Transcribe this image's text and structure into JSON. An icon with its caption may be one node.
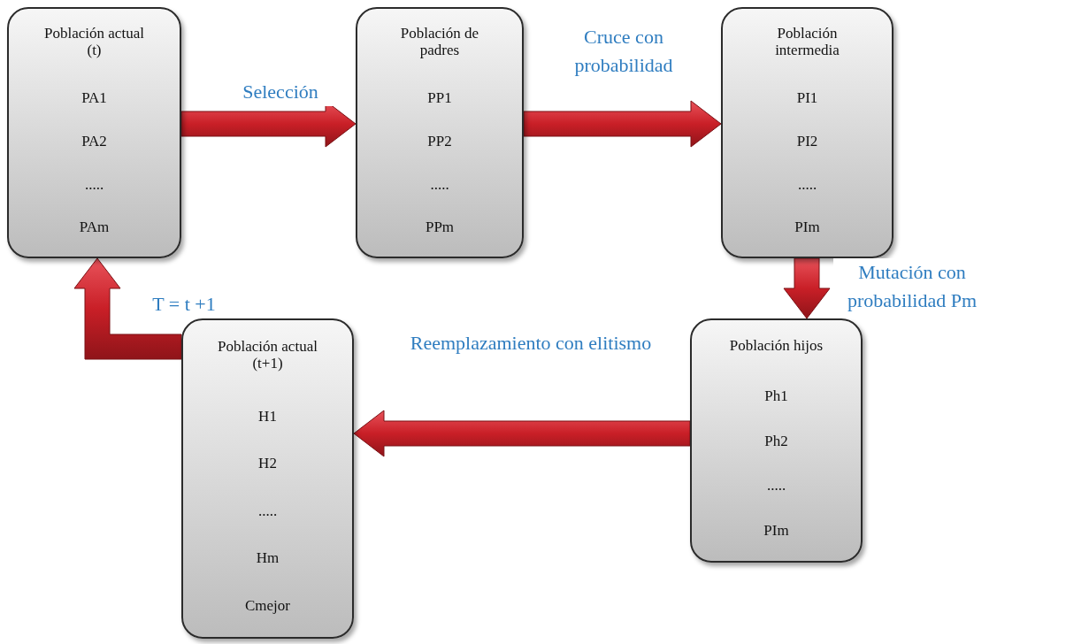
{
  "diagram": {
    "nodes": [
      {
        "text": [
          "Población actual (t)",
          "PA1",
          "PA2",
          ".....",
          "PAm"
        ]
      },
      {
        "text": [
          "Población de padres",
          "PP1",
          "PP2",
          ".....",
          "PPm"
        ]
      },
      {
        "text": [
          "Población intermedia",
          "PI1",
          "PI2",
          ".....",
          "PIm"
        ]
      },
      {
        "text": [
          "Población hijos",
          "Ph1",
          "Ph2",
          ".....",
          "PIm"
        ]
      },
      {
        "text": [
          "Población actual (t+1)",
          "H1",
          "H2",
          ".....",
          "Hm",
          "Cmejor"
        ]
      }
    ],
    "edges": [
      {
        "from": 0,
        "to": 1,
        "arrow": "to",
        "label": "Selección",
        "style": "thick"
      },
      {
        "from": 1,
        "to": 2,
        "arrow": "to",
        "label": "Cruce con probabilidad",
        "style": "thick"
      },
      {
        "from": 2,
        "to": 3,
        "arrow": "to",
        "label": "Mutación con probabilidad Pm",
        "style": "thick"
      },
      {
        "from": 3,
        "to": 4,
        "arrow": "to",
        "label": "Reemplazamiento con elitismo",
        "style": "thick"
      },
      {
        "from": 4,
        "to": 0,
        "arrow": "to",
        "label": "T = t +1",
        "style": "thick"
      }
    ]
  }
}
